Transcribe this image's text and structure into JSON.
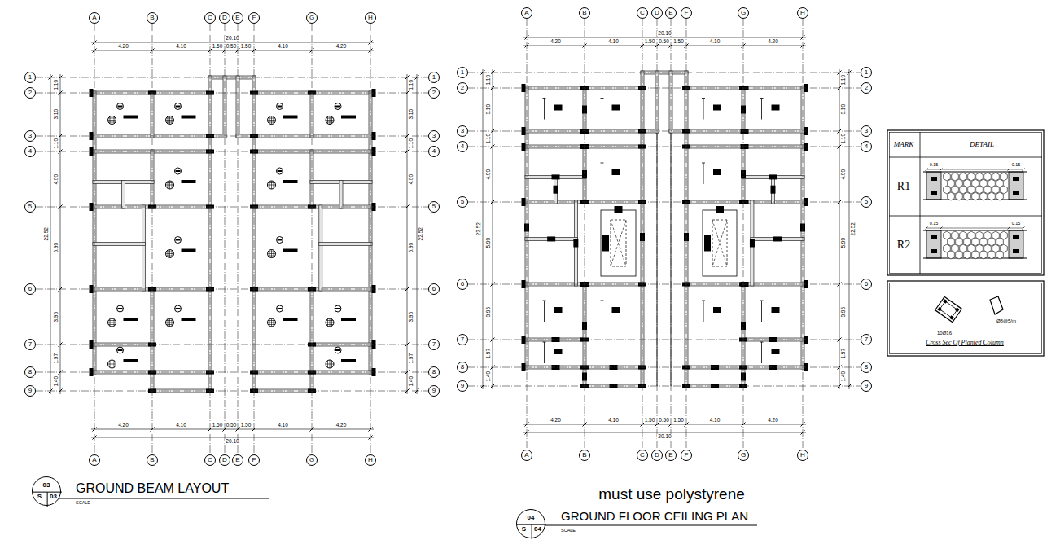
{
  "diagram": {
    "nodes": [
      {
        "text": [
          "A"
        ]
      },
      {
        "text": [
          "B"
        ]
      },
      {
        "text": [
          "C"
        ]
      },
      {
        "text": [
          "D"
        ]
      },
      {
        "text": [
          "E"
        ]
      },
      {
        "text": [
          "F"
        ]
      },
      {
        "text": [
          "G"
        ]
      },
      {
        "text": [
          "H"
        ]
      },
      {
        "text": [
          "A"
        ]
      },
      {
        "text": [
          "B"
        ]
      },
      {
        "text": [
          "C"
        ]
      },
      {
        "text": [
          "D"
        ]
      },
      {
        "text": [
          "E"
        ]
      },
      {
        "text": [
          "F"
        ]
      },
      {
        "text": [
          "G"
        ]
      },
      {
        "text": [
          "H"
        ]
      },
      {
        "text": [
          "1"
        ]
      },
      {
        "text": [
          "2"
        ]
      },
      {
        "text": [
          "3"
        ]
      },
      {
        "text": [
          "4"
        ]
      },
      {
        "text": [
          "5"
        ]
      },
      {
        "text": [
          "6"
        ]
      },
      {
        "text": [
          "7"
        ]
      },
      {
        "text": [
          "8"
        ]
      },
      {
        "text": [
          "9"
        ]
      },
      {
        "text": [
          "1"
        ]
      },
      {
        "text": [
          "2"
        ]
      },
      {
        "text": [
          "3"
        ]
      },
      {
        "text": [
          "4"
        ]
      },
      {
        "text": [
          "5"
        ]
      },
      {
        "text": [
          "6"
        ]
      },
      {
        "text": [
          "7"
        ]
      },
      {
        "text": [
          "8"
        ]
      },
      {
        "text": [
          "9"
        ]
      },
      {
        "text": [
          "A"
        ]
      },
      {
        "text": [
          "B"
        ]
      },
      {
        "text": [
          "C"
        ]
      },
      {
        "text": [
          "D"
        ]
      },
      {
        "text": [
          "E"
        ]
      },
      {
        "text": [
          "F"
        ]
      },
      {
        "text": [
          "G"
        ]
      },
      {
        "text": [
          "H"
        ]
      },
      {
        "text": [
          "A"
        ]
      },
      {
        "text": [
          "B"
        ]
      },
      {
        "text": [
          "C"
        ]
      },
      {
        "text": [
          "D"
        ]
      },
      {
        "text": [
          "E"
        ]
      },
      {
        "text": [
          "F"
        ]
      },
      {
        "text": [
          "G"
        ]
      },
      {
        "text": [
          "H"
        ]
      },
      {
        "text": [
          "1"
        ]
      },
      {
        "text": [
          "2"
        ]
      },
      {
        "text": [
          "3"
        ]
      },
      {
        "text": [
          "4"
        ]
      },
      {
        "text": [
          "5"
        ]
      },
      {
        "text": [
          "6"
        ]
      },
      {
        "text": [
          "7"
        ]
      },
      {
        "text": [
          "8"
        ]
      },
      {
        "text": [
          "9"
        ]
      },
      {
        "text": [
          "1"
        ]
      },
      {
        "text": [
          "2"
        ]
      },
      {
        "text": [
          "3"
        ]
      },
      {
        "text": [
          "4"
        ]
      },
      {
        "text": [
          "5"
        ]
      },
      {
        "text": [
          "6"
        ]
      },
      {
        "text": [
          "7"
        ]
      },
      {
        "text": [
          "8"
        ]
      },
      {
        "text": [
          "9"
        ]
      },
      {
        "text": [
          "03",
          "S",
          "03"
        ]
      },
      {
        "text": [
          "04",
          "S",
          "04"
        ]
      }
    ],
    "edges": [
      {
        "from": 0,
        "to": 8,
        "arrow": "none"
      },
      {
        "from": 1,
        "to": 9,
        "arrow": "none"
      },
      {
        "from": 2,
        "to": 10,
        "arrow": "none"
      },
      {
        "from": 3,
        "to": 11,
        "arrow": "none"
      },
      {
        "from": 4,
        "to": 12,
        "arrow": "none"
      },
      {
        "from": 5,
        "to": 13,
        "arrow": "none"
      },
      {
        "from": 6,
        "to": 14,
        "arrow": "none"
      },
      {
        "from": 7,
        "to": 15,
        "arrow": "none"
      },
      {
        "from": 16,
        "to": 25,
        "arrow": "none"
      },
      {
        "from": 17,
        "to": 26,
        "arrow": "none"
      },
      {
        "from": 18,
        "to": 27,
        "arrow": "none"
      },
      {
        "from": 19,
        "to": 28,
        "arrow": "none"
      },
      {
        "from": 20,
        "to": 29,
        "arrow": "none"
      },
      {
        "from": 21,
        "to": 30,
        "arrow": "none"
      },
      {
        "from": 22,
        "to": 31,
        "arrow": "none"
      },
      {
        "from": 23,
        "to": 32,
        "arrow": "none"
      },
      {
        "from": 24,
        "to": 33,
        "arrow": "none"
      },
      {
        "from": 34,
        "to": 42,
        "arrow": "none"
      },
      {
        "from": 35,
        "to": 43,
        "arrow": "none"
      },
      {
        "from": 36,
        "to": 44,
        "arrow": "none"
      },
      {
        "from": 37,
        "to": 45,
        "arrow": "none"
      },
      {
        "from": 38,
        "to": 46,
        "arrow": "none"
      },
      {
        "from": 39,
        "to": 47,
        "arrow": "none"
      },
      {
        "from": 40,
        "to": 48,
        "arrow": "none"
      },
      {
        "from": 41,
        "to": 49,
        "arrow": "none"
      },
      {
        "from": 50,
        "to": 59,
        "arrow": "none"
      },
      {
        "from": 51,
        "to": 60,
        "arrow": "none"
      },
      {
        "from": 52,
        "to": 61,
        "arrow": "none"
      },
      {
        "from": 53,
        "to": 62,
        "arrow": "none"
      },
      {
        "from": 54,
        "to": 63,
        "arrow": "none"
      },
      {
        "from": 55,
        "to": 64,
        "arrow": "none"
      },
      {
        "from": 56,
        "to": 65,
        "arrow": "none"
      },
      {
        "from": 57,
        "to": 66,
        "arrow": "none"
      },
      {
        "from": 58,
        "to": 67,
        "arrow": "none"
      }
    ],
    "labels": [
      "4.20",
      "4.10",
      "1.50",
      "0.50",
      "1.50",
      "4.10",
      "4.20",
      "20.10",
      "4.20",
      "4.10",
      "1.50",
      "0.50",
      "1.50",
      "4.10",
      "4.20",
      "20.10",
      "1.10",
      "3.10",
      "1.10",
      "4.00",
      "5.90",
      "3.95",
      "1.97",
      "1.40",
      "22.52",
      "1.10",
      "3.10",
      "1.10",
      "4.00",
      "5.90",
      "3.95",
      "1.97",
      "1.40",
      "22.52",
      "4.20",
      "4.10",
      "1.50",
      "0.50",
      "1.50",
      "4.10",
      "4.20",
      "20.10",
      "4.20",
      "4.10",
      "1.50",
      "0.50",
      "1.50",
      "4.10",
      "4.20",
      "20.10",
      "1.10",
      "3.10",
      "1.10",
      "4.00",
      "5.90",
      "3.95",
      "1.97",
      "1.40",
      "22.52",
      "1.10",
      "3.10",
      "1.10",
      "4.00",
      "5.90",
      "3.95",
      "1.97",
      "1.40",
      "22.52",
      "GROUND BEAM LAYOUT",
      "SCALE",
      "must use polystyrene",
      "GROUND FLOOR CEILING PLAN",
      "SCALE",
      "MARK",
      "DETAIL",
      "R1",
      "R2",
      "0.15",
      "0.15",
      "0.15",
      "0.15",
      "Cross Sec Of Planted Column",
      "10Ø16",
      "Ø8@5/m"
    ]
  }
}
